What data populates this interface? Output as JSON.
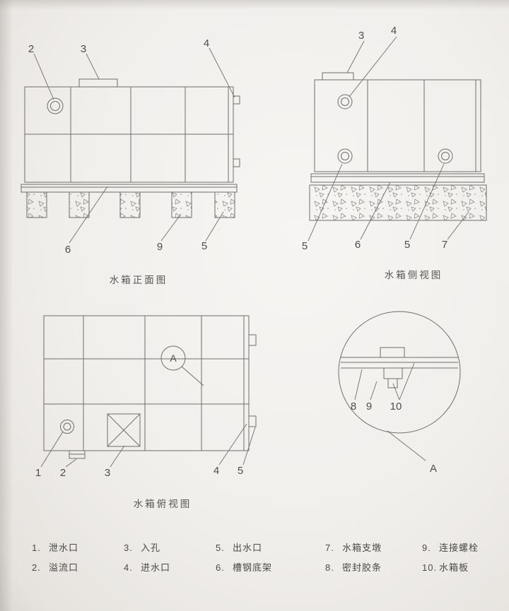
{
  "views": {
    "front": {
      "caption": "水箱正面图",
      "labels": {
        "l2": "2",
        "l3": "3",
        "l4": "4",
        "l6": "6",
        "l9": "9",
        "l5": "5"
      }
    },
    "side": {
      "caption": "水箱侧视图",
      "labels": {
        "l3": "3",
        "l4": "4",
        "l5a": "5",
        "l6": "6",
        "l5b": "5",
        "l7": "7"
      }
    },
    "top": {
      "caption": "水箱俯视图",
      "labels": {
        "l1": "1",
        "l2": "2",
        "l3": "3",
        "l4": "4",
        "l5": "5"
      }
    },
    "detail": {
      "marker": "A",
      "ref": "A",
      "labels": {
        "l8": "8",
        "l9": "9",
        "l10": "10"
      }
    }
  },
  "legend": {
    "items": [
      {
        "num": "1.",
        "label": "泄水口"
      },
      {
        "num": "2.",
        "label": "溢流口"
      },
      {
        "num": "3.",
        "label": "入孔"
      },
      {
        "num": "4.",
        "label": "进水口"
      },
      {
        "num": "5.",
        "label": "出水口"
      },
      {
        "num": "6.",
        "label": "槽钢底架"
      },
      {
        "num": "7.",
        "label": "水箱支墩"
      },
      {
        "num": "8.",
        "label": "密封胶条"
      },
      {
        "num": "9.",
        "label": "连接螺栓"
      },
      {
        "num": "10.",
        "label": "水箱板"
      }
    ]
  },
  "colors": {
    "line": "#6e6e6e",
    "text": "#4d4d4d",
    "paper": "#f3f1ee"
  }
}
